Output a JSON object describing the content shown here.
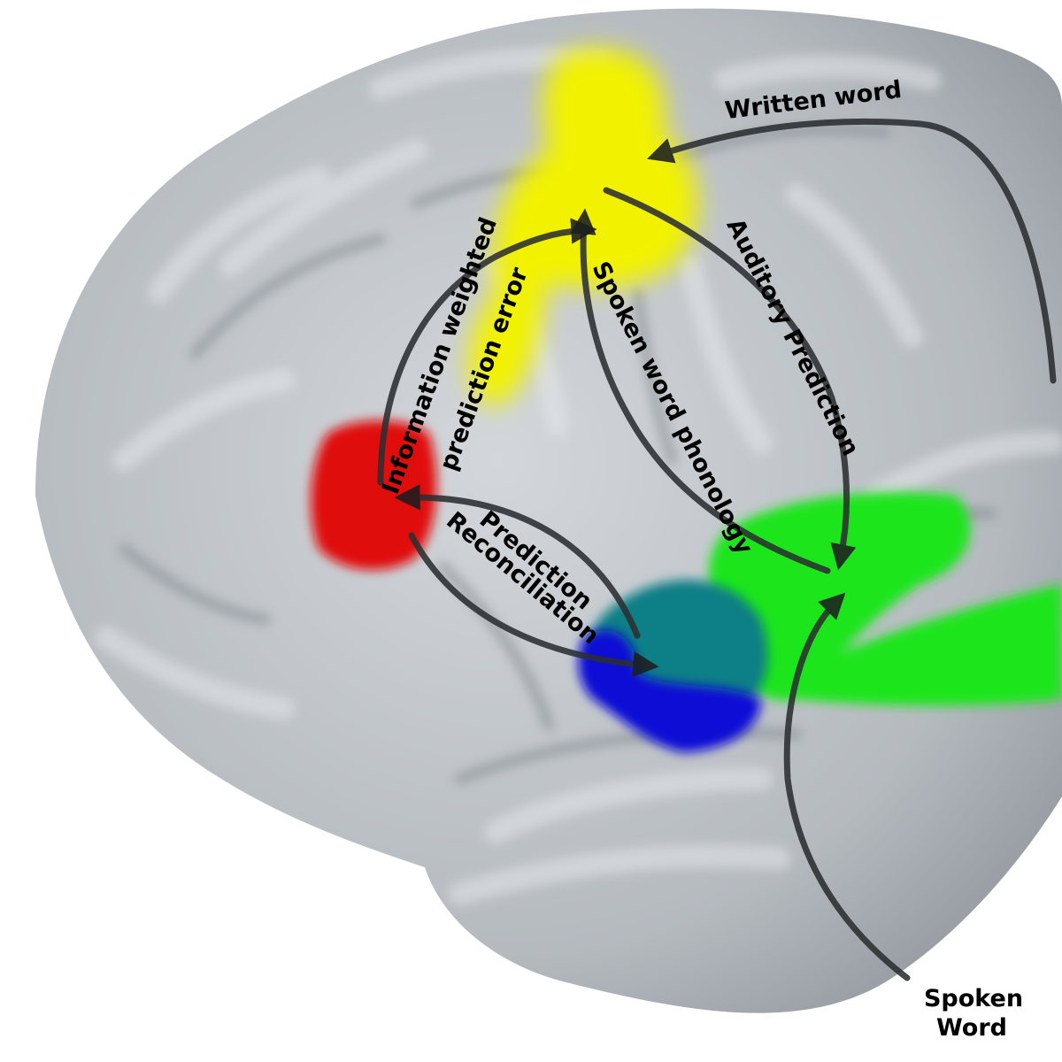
{
  "labels": {
    "written_word": "Written word",
    "auditory_prediction": "Auditory Prediction",
    "spoken_word_phonology": "Spoken word phonology",
    "information_weighted": "Information weighted",
    "prediction_error": "prediction error",
    "prediction": "Prediction",
    "reconciliation": "Reconciliation",
    "spoken_line1": "Spoken",
    "spoken_line2": "Word"
  },
  "regions": {
    "yellow": "#f2f200",
    "red": "#e01010",
    "green": "#1ee51e",
    "teal": "#0e7f86",
    "blue": "#0b0bd6"
  },
  "brain_color": "#b9bec3",
  "arrow_color": "#2c2f31"
}
